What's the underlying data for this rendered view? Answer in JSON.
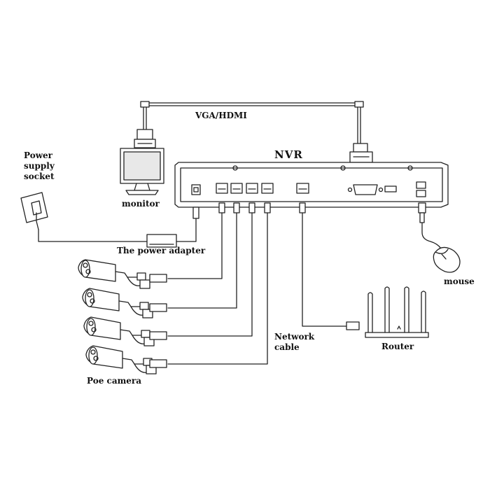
{
  "labels": {
    "vga_hdmi": "VGA/HDMI",
    "nvr": "NVR",
    "power_socket": "Power\nsupply\nsocket",
    "monitor": "monitor",
    "power_adapter": "The power adapter",
    "mouse": "mouse",
    "network_cable": "Network\ncable",
    "router": "Router",
    "poe_camera": "Poe camera"
  },
  "colors": {
    "line": "#222222",
    "fill": "#ffffff",
    "screen": "#e8e8e8"
  }
}
